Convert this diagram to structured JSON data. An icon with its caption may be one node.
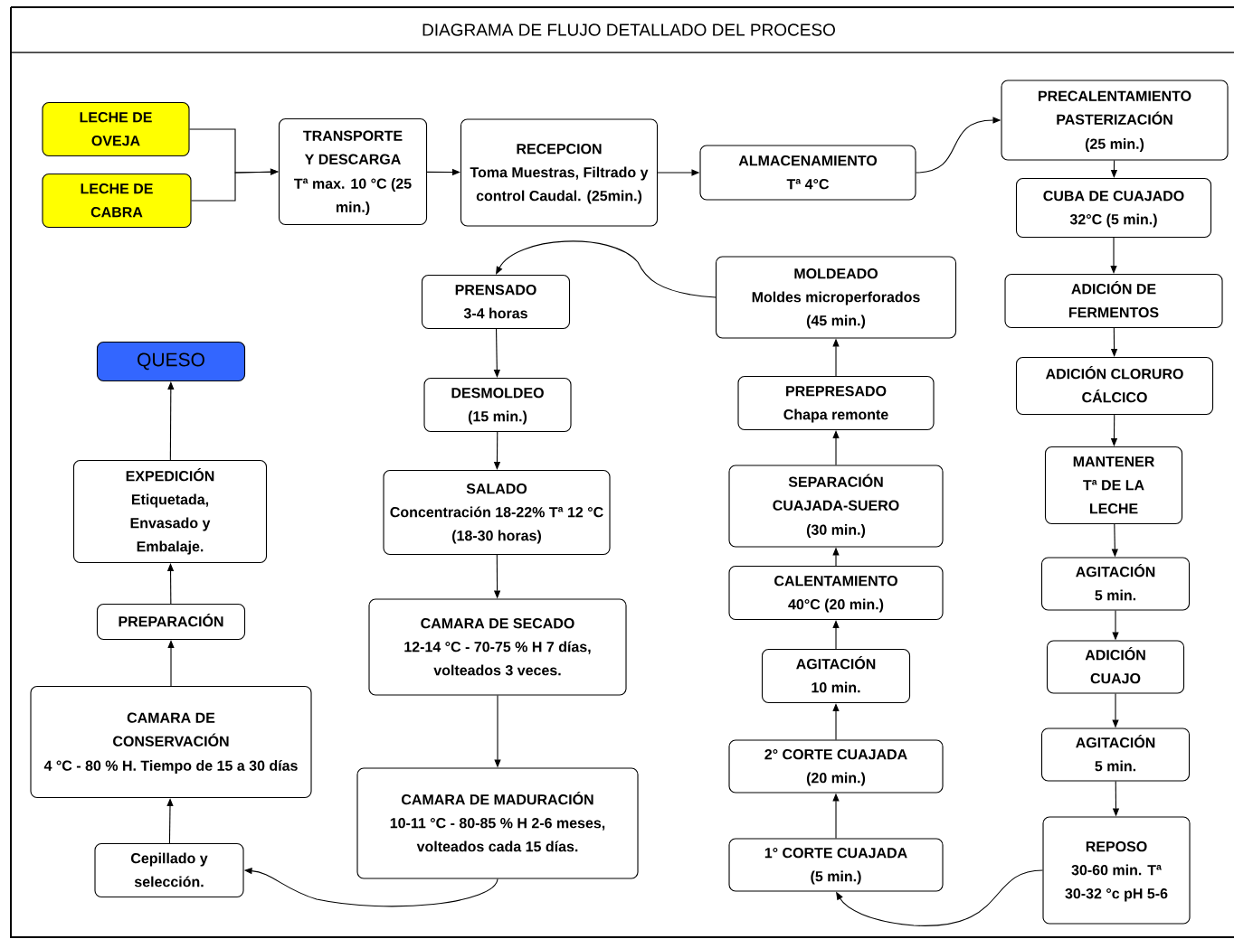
{
  "diagram": {
    "title": "DIAGRAMA DE FLUJO DETALLADO DEL PROCESO",
    "nodes": [
      {
        "text": [
          "LECHE DE OVEJA"
        ]
      },
      {
        "text": [
          "LECHE DE CABRA"
        ]
      },
      {
        "text": [
          "TRANSPORTE Y DESCARGA",
          "Tª max. 10 °C (25 min.)"
        ]
      },
      {
        "text": [
          "RECEPCION",
          "Toma Muestras, Filtrado y control Caudal. (25min.)"
        ]
      },
      {
        "text": [
          "ALMACENAMIENTO",
          "Tª 4°C"
        ]
      },
      {
        "text": [
          "PRECALENTAMIENTO PASTERIZACIÓN",
          "(25 min.)"
        ]
      },
      {
        "text": [
          "CUBA DE CUAJADO",
          "32°C (5 min.)"
        ]
      },
      {
        "text": [
          "ADICIÓN DE FERMENTOS"
        ]
      },
      {
        "text": [
          "ADICIÓN CLORURO CÁLCICO"
        ]
      },
      {
        "text": [
          "MANTENER Tª DE LA LECHE"
        ]
      },
      {
        "text": [
          "AGITACIÓN",
          "5 min."
        ]
      },
      {
        "text": [
          "ADICIÓN CUAJO"
        ]
      },
      {
        "text": [
          "AGITACIÓN",
          "5 min."
        ]
      },
      {
        "text": [
          "REPOSO",
          "30-60 min. Tª 30-32 °c pH 5-6"
        ]
      },
      {
        "text": [
          "1° CORTE CUAJADA",
          "(5 min.)"
        ]
      },
      {
        "text": [
          "2° CORTE CUAJADA",
          "(20 min.)"
        ]
      },
      {
        "text": [
          "AGITACIÓN",
          "10 min."
        ]
      },
      {
        "text": [
          "CALENTAMIENTO",
          "40°C  (20 min.)"
        ]
      },
      {
        "text": [
          "SEPARACIÓN CUAJADA-SUERO",
          "(30 min.)"
        ]
      },
      {
        "text": [
          "PREPRESADO",
          "Chapa remonte"
        ]
      },
      {
        "text": [
          "MOLDEADO",
          "Moldes microperforados",
          "(45 min.)"
        ]
      },
      {
        "text": [
          "PRENSADO",
          "3-4 horas"
        ]
      },
      {
        "text": [
          "DESMOLDEO",
          "(15 min.)"
        ]
      },
      {
        "text": [
          "SALADO",
          "Concentración 18-22% Tª 12 °C (18-30 horas)"
        ]
      },
      {
        "text": [
          "CAMARA DE SECADO",
          "12-14 °C - 70-75 % H 7 días, volteados 3 veces."
        ]
      },
      {
        "text": [
          "CAMARA DE MADURACIÓN",
          "10-11 °C - 80-85 % H 2-6 meses, volteados cada 15 días."
        ]
      },
      {
        "text": [
          "Cepillado y selección."
        ]
      },
      {
        "text": [
          "CAMARA DE CONSERVACIÓN",
          "4 °C - 80 % H. Tiempo de 15 a 30 días"
        ]
      },
      {
        "text": [
          "PREPARACIÓN"
        ]
      },
      {
        "text": [
          "EXPEDICIÓN",
          "Etiquetada, Envasado y Embalaje."
        ]
      },
      {
        "text": [
          "QUESO"
        ]
      }
    ],
    "edges": [
      {
        "from": 0,
        "to": 2,
        "arrow": "to"
      },
      {
        "from": 1,
        "to": 2,
        "arrow": "to"
      },
      {
        "from": 2,
        "to": 3,
        "arrow": "to"
      },
      {
        "from": 3,
        "to": 4,
        "arrow": "to"
      },
      {
        "from": 4,
        "to": 5,
        "arrow": "to"
      },
      {
        "from": 5,
        "to": 6,
        "arrow": "to"
      },
      {
        "from": 6,
        "to": 7,
        "arrow": "to"
      },
      {
        "from": 7,
        "to": 8,
        "arrow": "to"
      },
      {
        "from": 8,
        "to": 9,
        "arrow": "to"
      },
      {
        "from": 9,
        "to": 10,
        "arrow": "to"
      },
      {
        "from": 10,
        "to": 11,
        "arrow": "to"
      },
      {
        "from": 11,
        "to": 12,
        "arrow": "to"
      },
      {
        "from": 12,
        "to": 13,
        "arrow": "to"
      },
      {
        "from": 13,
        "to": 14,
        "arrow": "to"
      },
      {
        "from": 14,
        "to": 15,
        "arrow": "to"
      },
      {
        "from": 15,
        "to": 16,
        "arrow": "to"
      },
      {
        "from": 16,
        "to": 17,
        "arrow": "to"
      },
      {
        "from": 17,
        "to": 18,
        "arrow": "to"
      },
      {
        "from": 18,
        "to": 19,
        "arrow": "to"
      },
      {
        "from": 19,
        "to": 20,
        "arrow": "to"
      },
      {
        "from": 20,
        "to": 21,
        "arrow": "to"
      },
      {
        "from": 21,
        "to": 22,
        "arrow": "to"
      },
      {
        "from": 22,
        "to": 23,
        "arrow": "to"
      },
      {
        "from": 23,
        "to": 24,
        "arrow": "to"
      },
      {
        "from": 24,
        "to": 25,
        "arrow": "to"
      },
      {
        "from": 25,
        "to": 26,
        "arrow": "to"
      },
      {
        "from": 26,
        "to": 27,
        "arrow": "to"
      },
      {
        "from": 27,
        "to": 28,
        "arrow": "to"
      },
      {
        "from": 28,
        "to": 29,
        "arrow": "to"
      },
      {
        "from": 29,
        "to": 30,
        "arrow": "to"
      }
    ]
  }
}
